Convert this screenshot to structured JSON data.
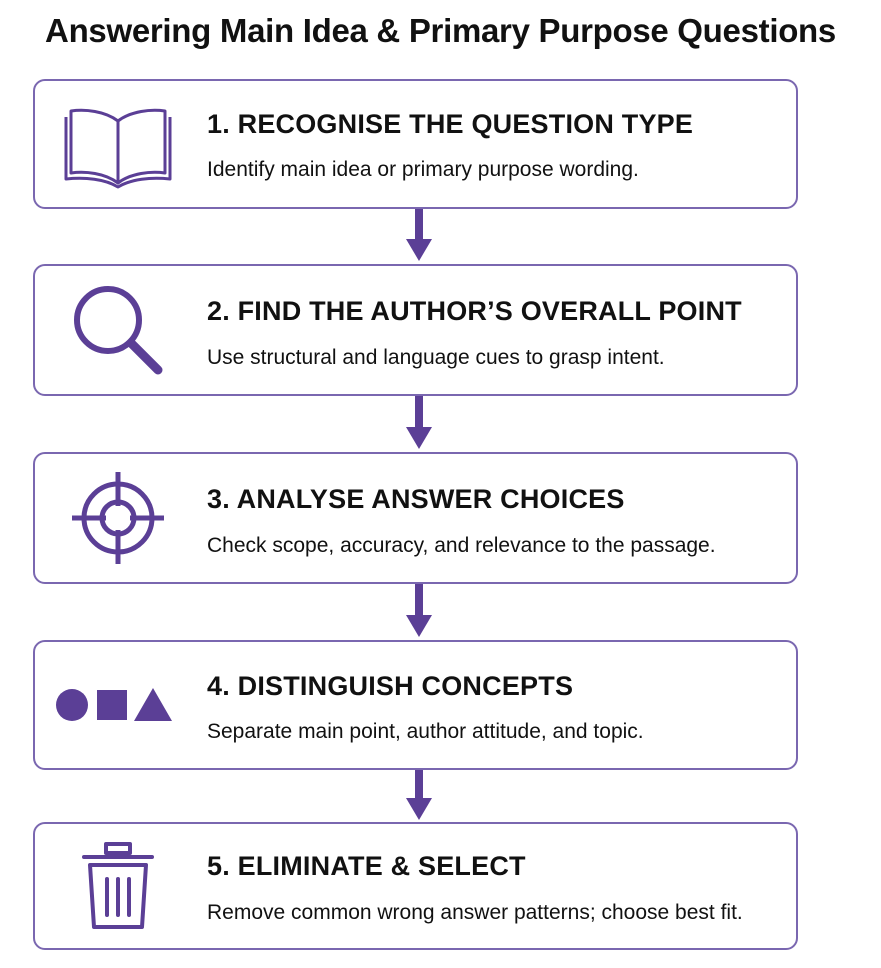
{
  "title": "Answering Main Idea & Primary Purpose Questions",
  "accent_color": "#5b3f96",
  "steps": [
    {
      "heading": "1. RECOGNISE THE QUESTION TYPE",
      "description": "Identify main idea or primary purpose wording.",
      "icon": "open-book-icon"
    },
    {
      "heading": "2. FIND THE AUTHOR’S OVERALL POINT",
      "description": "Use structural and language cues to grasp intent.",
      "icon": "magnifying-glass-icon"
    },
    {
      "heading": "3. ANALYSE ANSWER CHOICES",
      "description": "Check scope, accuracy, and relevance to the passage.",
      "icon": "crosshair-target-icon"
    },
    {
      "heading": "4. DISTINGUISH CONCEPTS",
      "description": "Separate main point, author attitude, and topic.",
      "icon": "shapes-icon"
    },
    {
      "heading": "5. ELIMINATE & SELECT",
      "description": "Remove common wrong answer patterns; choose best fit.",
      "icon": "trash-can-icon"
    }
  ]
}
